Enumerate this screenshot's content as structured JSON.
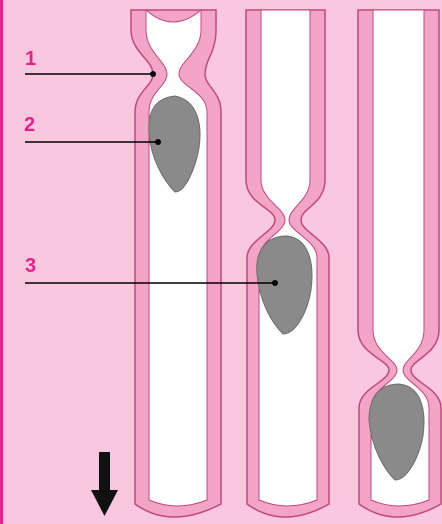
{
  "labels": {
    "one": "1",
    "two": "2",
    "three": "3"
  },
  "colors": {
    "background": "#f9c8de",
    "tube_wall_fill": "#f2a5c7",
    "tube_wall_stroke": "#c0487e",
    "tube_lumen": "#ffffff",
    "food_bolus": "#8a8a8a",
    "label_color": "#e8208a",
    "line_color": "#000000"
  },
  "icons": {
    "direction_arrow": "arrow-down-icon"
  }
}
